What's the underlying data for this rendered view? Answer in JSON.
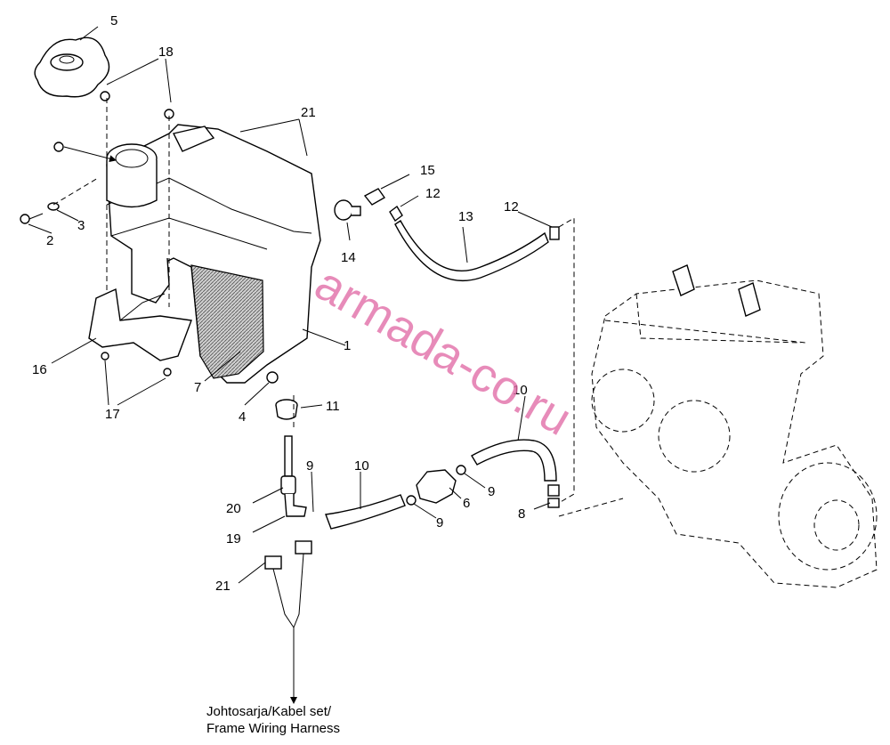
{
  "callouts": {
    "c1": "1",
    "c2": "2",
    "c3": "3",
    "c4": "4",
    "c5": "5",
    "c6": "6",
    "c7": "7",
    "c8": "8",
    "c9a": "9",
    "c9b": "9",
    "c9c": "9",
    "c10a": "10",
    "c10b": "10",
    "c11": "11",
    "c12a": "12",
    "c12b": "12",
    "c13": "13",
    "c14": "14",
    "c15": "15",
    "c16": "16",
    "c17": "17",
    "c18": "18",
    "c19": "19",
    "c20": "20",
    "c21a": "21",
    "c21b": "21"
  },
  "caption": {
    "line1": "Johtosarja/Kabel set/",
    "line2": "Frame Wiring Harness"
  },
  "watermark": "armada-co.ru"
}
